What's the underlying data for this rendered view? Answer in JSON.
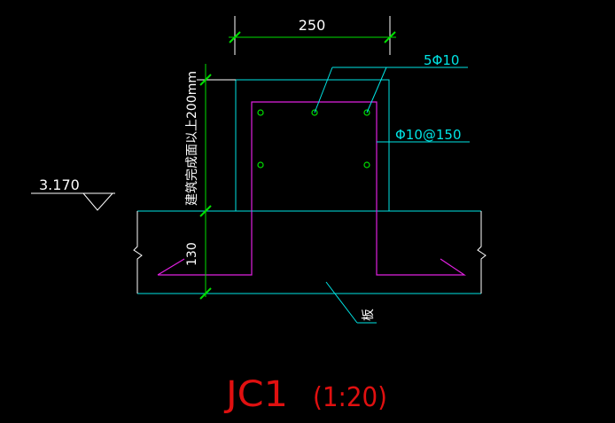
{
  "drawing": {
    "width_dim": "250",
    "top_bars": "5Φ10",
    "stirrups": "Φ10@150",
    "elevation": "3.170",
    "height_note": "建筑完成面以上200mm",
    "depth_dim": "130",
    "slab_label": "板",
    "title": "JC1",
    "scale": "(1:20)"
  },
  "colors": {
    "background": "#000000",
    "concrete": "#00e5e5",
    "rebar": "#e020e0",
    "stirrup_bars": "#00e000",
    "dimension": "#00e000",
    "text": "#ffffff",
    "title": "#e01010"
  }
}
